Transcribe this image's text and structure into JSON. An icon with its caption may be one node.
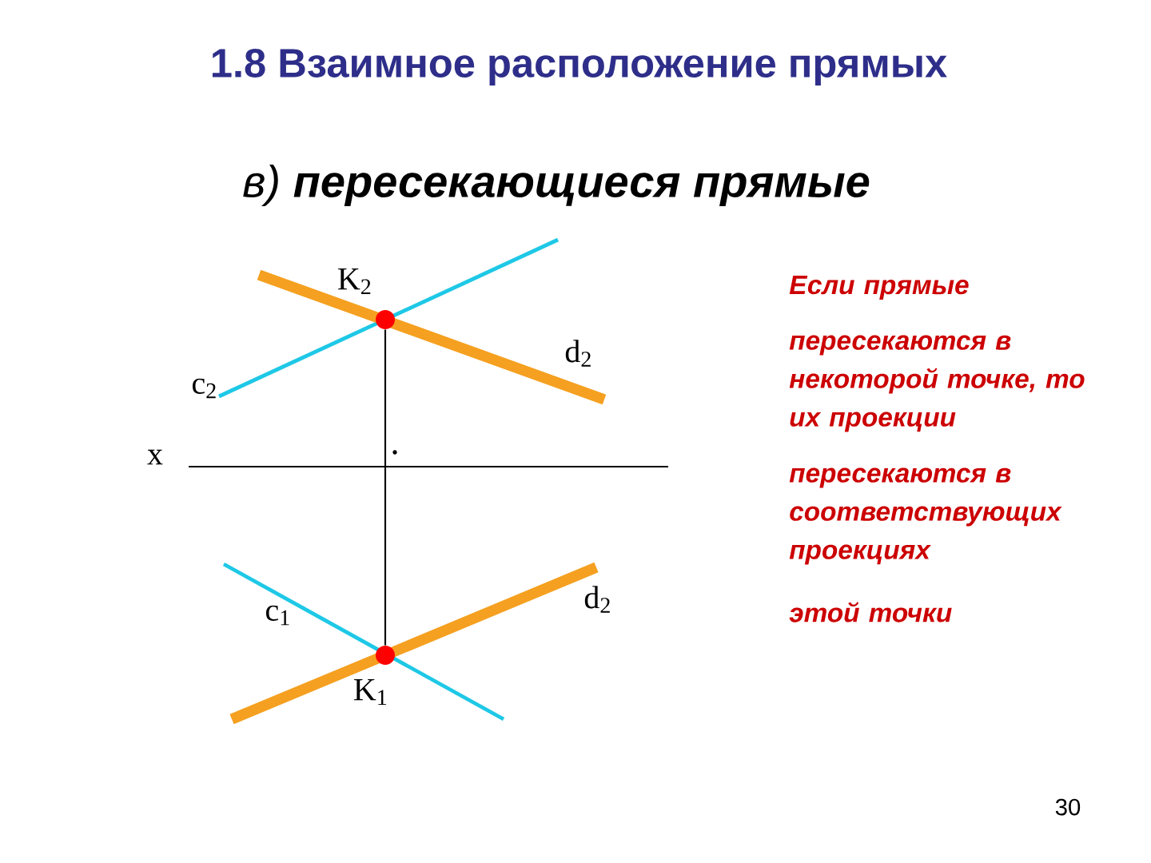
{
  "diagram": {
    "title": "1.8 Взаимное расположение прямых",
    "nodes": [
      {
        "text": [],
        "shape": "circle",
        "beside": [
          "K$_{2}$"
        ]
      },
      {
        "text": [],
        "shape": "circle",
        "beside": [
          "K$_{1}$"
        ]
      }
    ],
    "edges": [
      {
        "from": 0,
        "to": 1,
        "arrow": "none"
      }
    ],
    "labels": [
      "в) **пересекающиеся прямые**",
      "c$_{2}$",
      "d$_{2}$",
      "x",
      "c$_{1}$",
      "d$_{2}$",
      "Если прямые",
      "пересекаются в некоторой точке, то их проекции",
      "пересекаются в соответствующих проекциях",
      "этой точки",
      "30"
    ]
  }
}
